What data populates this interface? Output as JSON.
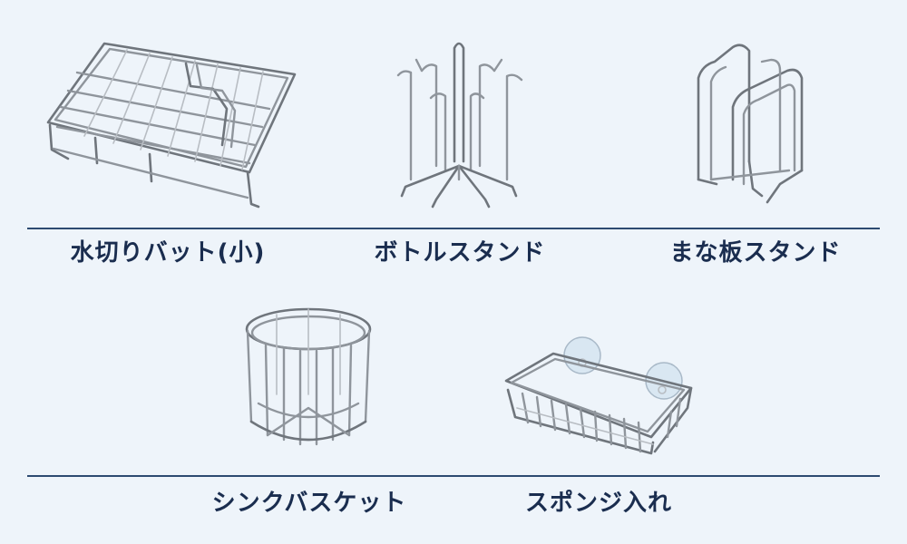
{
  "products_row1": [
    {
      "label": "水切りバット(小)",
      "icon": "dish-drainer-icon"
    },
    {
      "label": "ボトルスタンド",
      "icon": "bottle-stand-icon"
    },
    {
      "label": "まな板スタンド",
      "icon": "cutting-board-stand-icon"
    }
  ],
  "products_row2": [
    {
      "label": "シンクバスケット",
      "icon": "sink-basket-icon"
    },
    {
      "label": "スポンジ入れ",
      "icon": "sponge-holder-icon"
    }
  ],
  "colors": {
    "background": "#eef4fa",
    "text": "#1a2d4f",
    "divider": "#2d4a70",
    "wire": "#8f959c"
  }
}
